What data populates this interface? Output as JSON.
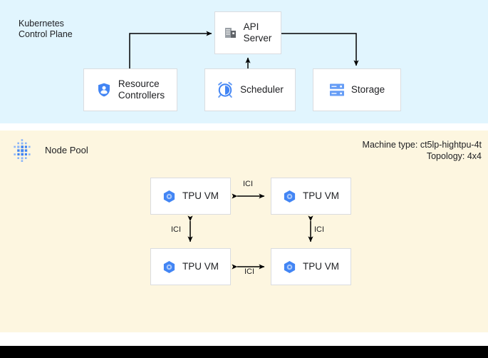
{
  "control_plane": {
    "label": "Kubernetes\nControl Plane",
    "background_color": "#e1f5fe",
    "nodes": [
      {
        "id": "api-server",
        "label": "API\nServer",
        "icon": "building-icon"
      },
      {
        "id": "resource",
        "label": "Resource\nControllers",
        "icon": "shield-person-icon"
      },
      {
        "id": "scheduler",
        "label": "Scheduler",
        "icon": "alarm-clock-icon"
      },
      {
        "id": "storage",
        "label": "Storage",
        "icon": "server-stack-icon"
      }
    ]
  },
  "node_pool": {
    "label": "Node Pool",
    "icon": "dot-grid-icon",
    "background_color": "#fdf6e0",
    "machine_info": "Machine type: ct5lp-hightpu-4t\nTopology: 4x4",
    "machine_type": "ct5lp-hightpu-4t",
    "topology": "4x4",
    "tpu_vms": [
      {
        "id": "tpu-vm-1",
        "label": "TPU VM",
        "icon": "tpu-chip-icon"
      },
      {
        "id": "tpu-vm-2",
        "label": "TPU VM",
        "icon": "tpu-chip-icon"
      },
      {
        "id": "tpu-vm-3",
        "label": "TPU VM",
        "icon": "tpu-chip-icon"
      },
      {
        "id": "tpu-vm-4",
        "label": "TPU VM",
        "icon": "tpu-chip-icon"
      }
    ],
    "interconnects": [
      {
        "id": "ici-top",
        "label": "ICI"
      },
      {
        "id": "ici-left",
        "label": "ICI"
      },
      {
        "id": "ici-right",
        "label": "ICI"
      },
      {
        "id": "ici-bottom",
        "label": "ICI"
      }
    ]
  },
  "colors": {
    "accent_blue": "#4285f4",
    "light_blue_panel": "#e1f5fe",
    "cream_panel": "#fdf6e0",
    "box_border": "#dadce0",
    "connector": "#000000",
    "text": "#202124",
    "bottom_bar": "#000000"
  }
}
